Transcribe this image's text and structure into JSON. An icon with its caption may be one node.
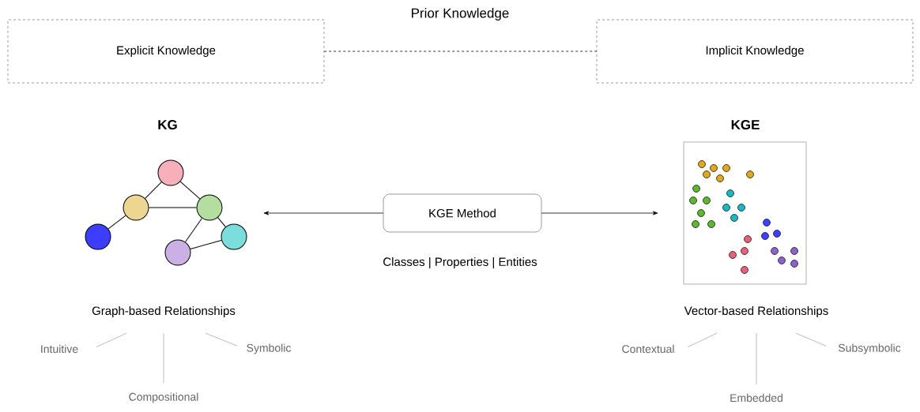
{
  "diagram": {
    "nodes": [
      {
        "text": [
          "Explicit Knowledge"
        ]
      },
      {
        "text": [
          "Implicit Knowledge"
        ]
      },
      {
        "text": [
          "KGE Method"
        ]
      },
      {
        "text": [],
        "shape": "circle"
      },
      {
        "text": [],
        "shape": "circle"
      },
      {
        "text": [],
        "shape": "circle"
      },
      {
        "text": [],
        "shape": "circle"
      },
      {
        "text": [],
        "shape": "circle"
      },
      {
        "text": [],
        "shape": "circle"
      },
      {
        "text": [
          "Graph-based Relationships"
        ]
      },
      {
        "text": [
          "Intuitive"
        ]
      },
      {
        "text": [
          "Compositional"
        ]
      },
      {
        "text": [
          "Symbolic"
        ]
      },
      {
        "text": [
          "Vector-based Relationships"
        ]
      },
      {
        "text": [
          "Contextual"
        ]
      },
      {
        "text": [
          "Embedded"
        ]
      },
      {
        "text": [
          "Subsymbolic"
        ]
      }
    ],
    "edges": [
      {
        "from": 0,
        "to": 1,
        "arrow": "none",
        "style": "dashed"
      },
      {
        "from": 2,
        "to": null,
        "arrow": "to"
      },
      {
        "from": 2,
        "to": null,
        "arrow": "to"
      },
      {
        "from": 3,
        "to": 4,
        "arrow": "none"
      },
      {
        "from": 3,
        "to": 5,
        "arrow": "none"
      },
      {
        "from": 4,
        "to": 5,
        "arrow": "none"
      },
      {
        "from": 4,
        "to": 6,
        "arrow": "none"
      },
      {
        "from": 5,
        "to": 7,
        "arrow": "none"
      },
      {
        "from": 5,
        "to": 8,
        "arrow": "none"
      },
      {
        "from": 8,
        "to": 7,
        "arrow": "none"
      },
      {
        "from": 9,
        "to": 10,
        "arrow": "none",
        "color": "#aaaaaa"
      },
      {
        "from": 9,
        "to": 11,
        "arrow": "none",
        "color": "#aaaaaa"
      },
      {
        "from": 9,
        "to": 12,
        "arrow": "none",
        "color": "#aaaaaa"
      },
      {
        "from": 13,
        "to": 14,
        "arrow": "none",
        "color": "#aaaaaa"
      },
      {
        "from": 13,
        "to": 15,
        "arrow": "none",
        "color": "#aaaaaa"
      },
      {
        "from": 13,
        "to": 16,
        "arrow": "none",
        "color": "#aaaaaa"
      }
    ],
    "labels": [
      "Prior Knowledge",
      "KG",
      "KGE",
      "Classes | Properties | Entities"
    ]
  }
}
